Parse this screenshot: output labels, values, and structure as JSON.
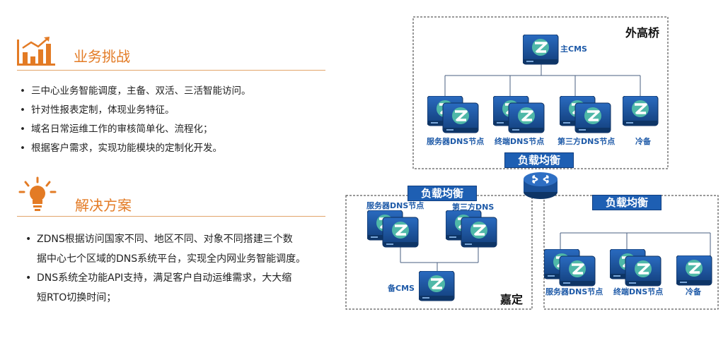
{
  "challenge": {
    "title": "业务挑战",
    "items": [
      "三中心业务智能调度，主备、双活、三活智能访问。",
      "针对性报表定制，体现业务特征。",
      "域名日常运维工作的审核简单化、流程化；",
      "根据客户需求，实现功能模块的定制化开发。"
    ]
  },
  "solution": {
    "title": "解决方案",
    "items": [
      "ZDNS根据访问国家不同、地区不同、对象不同搭建三个数据中心七个区域的DNS系统平台，实现全内网业务智能调度。",
      "DNS系统全功能API支持，满足客户自动运维需求，大大缩短RTO切换时间；"
    ],
    "lines": [
      [
        "ZDNS根据访问国家不同、地区不同、对象不同搭建三个数",
        "据中心七个区域的DNS系统平台，实现全内网业务智能调度。"
      ],
      [
        "DNS系统全功能API支持，满足客户自动运维需求，大大缩",
        "短RTO切换时间；"
      ]
    ]
  },
  "diagram": {
    "waigaoqiao": {
      "region": "外高桥",
      "master": "主CMS",
      "nodes": [
        "服务器DNS节点",
        "终端DNS节点",
        "第三方DNS节点",
        "冷备"
      ],
      "lb": "负载均衡"
    },
    "jiading": {
      "region": "嘉定",
      "lb": "负载均衡",
      "nodes": [
        "服务器DNS节点",
        "第三方DNS"
      ],
      "backup": "备CMS"
    },
    "right": {
      "lb": "负载均衡",
      "nodes": [
        "服务器DNS节点",
        "终端DNS节点",
        "冷备"
      ]
    }
  },
  "colors": {
    "accent": "#e37b25",
    "label": "#1e5aa8",
    "lb": "#1e5fb3",
    "server": "#1a4f96"
  }
}
